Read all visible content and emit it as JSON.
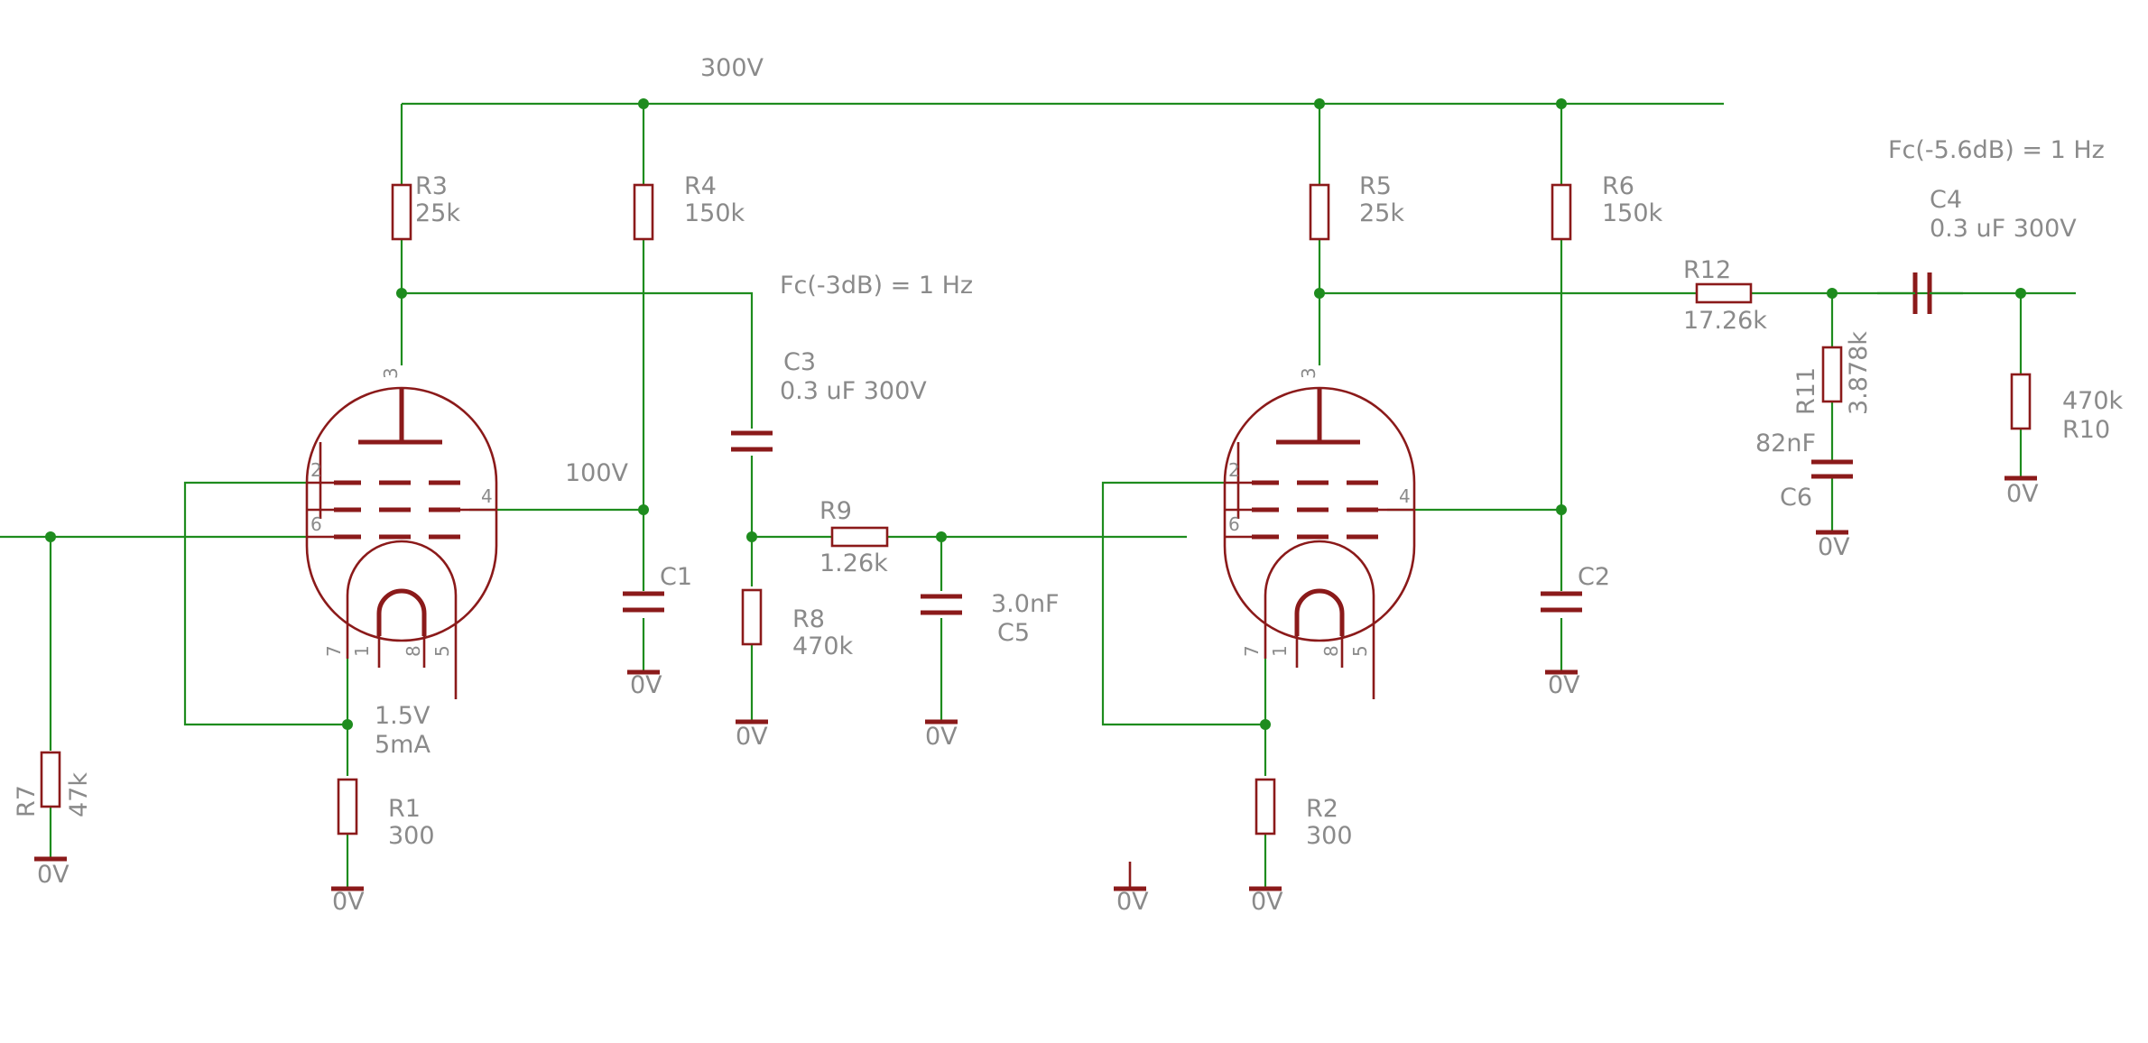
{
  "supply": {
    "hv": "300V",
    "bias": "100V"
  },
  "ground_label": "0V",
  "filters": {
    "first": "Fc(-3dB) = 1 Hz",
    "second": "Fc(-5.6dB) = 1 Hz"
  },
  "operating_point": {
    "voltage": "1.5V",
    "current": "5mA"
  },
  "tube_pins": {
    "plate": "3",
    "g2": "2",
    "g1": "6",
    "screen": "4",
    "k": "7",
    "h1": "1",
    "h2": "8",
    "h3": "5"
  },
  "components": {
    "R1": {
      "ref": "R1",
      "value": "300"
    },
    "R2": {
      "ref": "R2",
      "value": "300"
    },
    "R3": {
      "ref": "R3",
      "value": "25k"
    },
    "R4": {
      "ref": "R4",
      "value": "150k"
    },
    "R5": {
      "ref": "R5",
      "value": "25k"
    },
    "R6": {
      "ref": "R6",
      "value": "150k"
    },
    "R7": {
      "ref": "R7",
      "value": "47k"
    },
    "R8": {
      "ref": "R8",
      "value": "470k"
    },
    "R9": {
      "ref": "R9",
      "value": "1.26k"
    },
    "R10": {
      "ref": "R10",
      "value": "470k"
    },
    "R11": {
      "ref": "R11",
      "value": "3.878k"
    },
    "R12": {
      "ref": "R12",
      "value": "17.26k"
    },
    "C1": {
      "ref": "C1"
    },
    "C2": {
      "ref": "C2"
    },
    "C3": {
      "ref": "C3",
      "value": "0.3 uF 300V"
    },
    "C4": {
      "ref": "C4",
      "value": "0.3 uF 300V"
    },
    "C5": {
      "ref": "C5",
      "value": "3.0nF"
    },
    "C6": {
      "ref": "C6",
      "value": "82nF"
    }
  }
}
